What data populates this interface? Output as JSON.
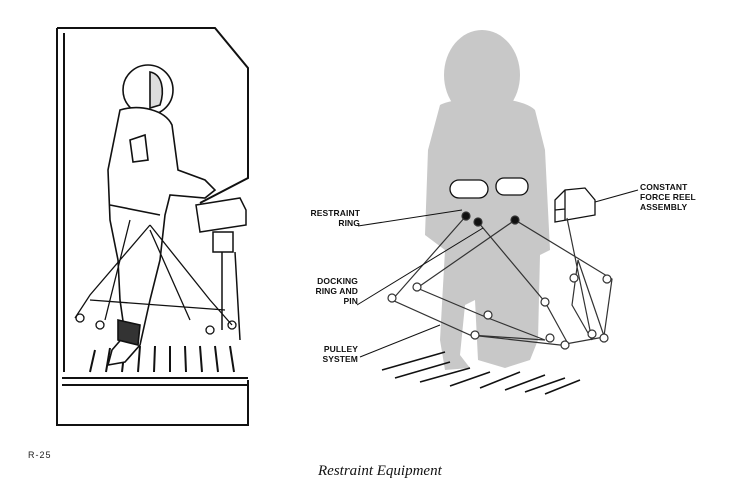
{
  "figure": {
    "labels": {
      "restraint_ring": [
        "RESTRAINT",
        "RING"
      ],
      "docking_ring_and_pin": [
        "DOCKING",
        "RING AND",
        "PIN"
      ],
      "pulley_system": [
        "PULLEY",
        "SYSTEM"
      ],
      "constant_force_reel_assembly": [
        "CONSTANT",
        "FORCE REEL",
        "ASSEMBLY"
      ]
    }
  },
  "page_number": "R-25",
  "caption": "Restraint Equipment"
}
